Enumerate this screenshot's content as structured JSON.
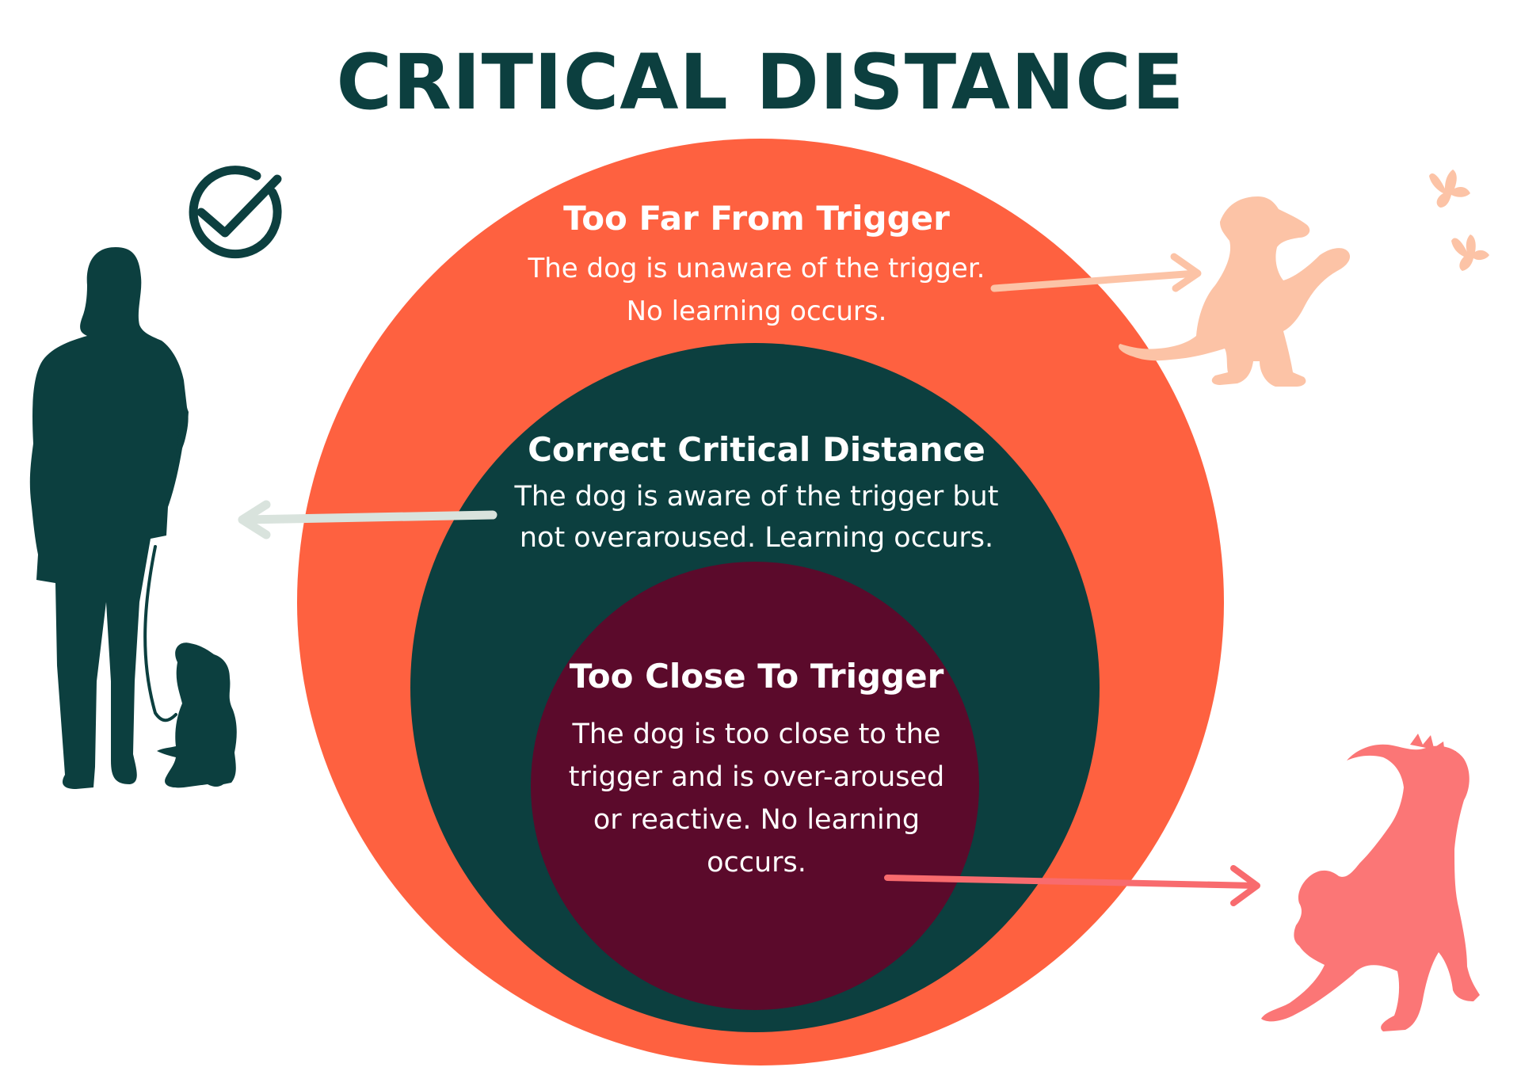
{
  "title": "CRITICAL DISTANCE",
  "colors": {
    "title": "#0c3f3f",
    "outer_zone": "#fe6140",
    "middle_zone": "#0c3f3f",
    "inner_zone": "#5b0a2b",
    "far_arrow": "#fcc3a6",
    "correct_arrow": "#d9e3dd",
    "close_arrow": "#f86b6e",
    "handler_silhouette": "#0c3f3f",
    "calm_dog": "#fcc3a6",
    "reactive_dog": "#fb7676"
  },
  "zones": {
    "too_far": {
      "heading": "Too Far From Trigger",
      "lines": [
        "The dog is unaware of the trigger.",
        "No learning occurs."
      ]
    },
    "correct": {
      "heading": "Correct Critical Distance",
      "lines": [
        "The dog is aware of the trigger but",
        "not overaroused. Learning occurs."
      ]
    },
    "too_close": {
      "heading": "Too Close To Trigger",
      "lines": [
        "The dog is too close to the",
        "trigger and is over-aroused",
        "or reactive. No learning",
        "occurs."
      ]
    }
  },
  "icons": {
    "checkmark": "check-circle-icon",
    "handler": "person-with-dog-silhouette",
    "calm_dog": "dog-watching-butterflies-silhouette",
    "reactive_dog": "reactive-dog-silhouette"
  }
}
